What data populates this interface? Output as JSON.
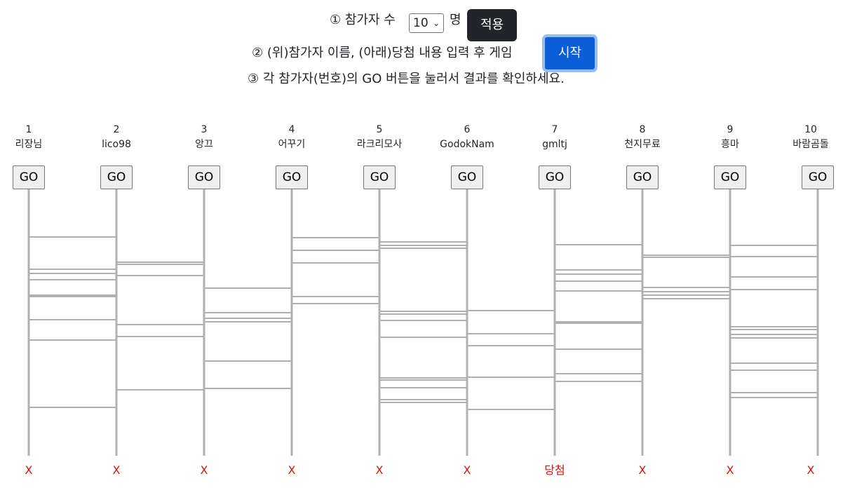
{
  "step1": {
    "prefix": "① 참가자 수",
    "count_value": "10",
    "unit": "명",
    "apply_label": "적용"
  },
  "step2": {
    "text": "② (위)참가자 이름, (아래)당첨 내용 입력 후 게임",
    "start_label": "시작"
  },
  "step3": {
    "text": "③ 각 참가자(번호)의 GO 버튼을 눌러서 결과를 확인하세요."
  },
  "go_label": "GO",
  "participants": [
    {
      "num": "1",
      "name": "리장님",
      "result": "X"
    },
    {
      "num": "2",
      "name": "lico98",
      "result": "X"
    },
    {
      "num": "3",
      "name": "앙끄",
      "result": "X"
    },
    {
      "num": "4",
      "name": "어꾸기",
      "result": "X"
    },
    {
      "num": "5",
      "name": "라크리모사",
      "result": "X"
    },
    {
      "num": "6",
      "name": "GodokNam",
      "result": "X"
    },
    {
      "num": "7",
      "name": "gmltj",
      "result": "당첨"
    },
    {
      "num": "8",
      "name": "천지무료",
      "result": "X"
    },
    {
      "num": "9",
      "name": "흥마",
      "result": "X"
    },
    {
      "num": "10",
      "name": "바람곰돌",
      "result": "X"
    }
  ],
  "colors": {
    "ladder_line": "#b0b0b0",
    "result_text": "#dc1010",
    "apply_button": "#212529",
    "start_button": "#0b5ed7"
  }
}
